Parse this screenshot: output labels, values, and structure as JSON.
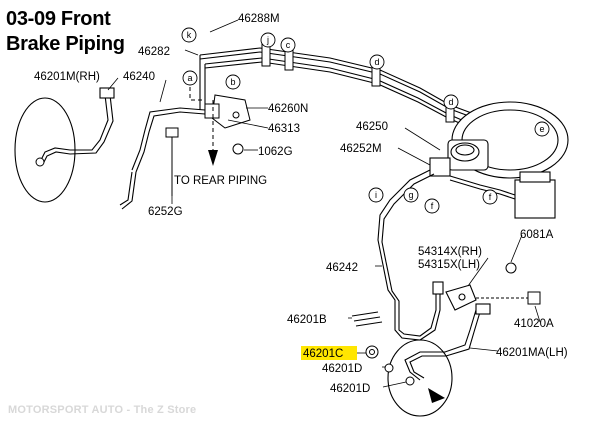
{
  "title": {
    "line1": "03-09 Front",
    "line2": "Brake Piping"
  },
  "footer": "MOTORSPORT AUTO - The Z Store",
  "highlight_color": "#ffe600",
  "labels": {
    "p46288M": "46288M",
    "p46282": "46282",
    "p46201M_RH": "46201M(RH)",
    "p46240": "46240",
    "p46260N": "46260N",
    "p46313": "46313",
    "p1062G": "1062G",
    "to_rear": "TO REAR PIPING",
    "p6252G": "6252G",
    "p46250": "46250",
    "p46252M": "46252M",
    "p6081A": "6081A",
    "p54314X": "54314X(RH)",
    "p54315X": "54315X(LH)",
    "p46242": "46242",
    "p46201B": "46201B",
    "p41020A": "41020A",
    "p46201C": "46201C",
    "p46201MA_LH": "46201MA(LH)",
    "p46201D_a": "46201D",
    "p46201D_b": "46201D"
  },
  "callouts": {
    "a": "a",
    "b": "b",
    "c": "c",
    "d": "d",
    "e": "e",
    "f": "f",
    "g": "g",
    "i": "i",
    "j": "j",
    "k": "k"
  }
}
